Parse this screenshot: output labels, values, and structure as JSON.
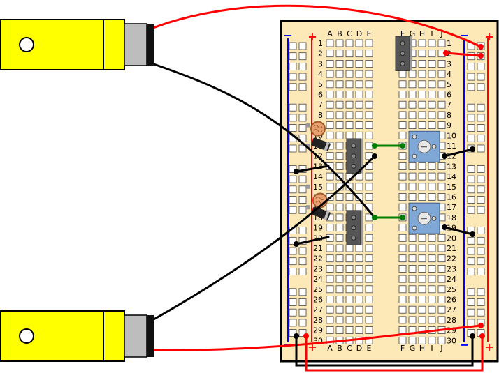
{
  "breadboard": {
    "rows": [
      "1",
      "2",
      "3",
      "4",
      "5",
      "6",
      "7",
      "8",
      "9",
      "10",
      "11",
      "12",
      "13",
      "14",
      "15",
      "16",
      "17",
      "18",
      "19",
      "20",
      "21",
      "22",
      "23",
      "24",
      "25",
      "26",
      "27",
      "28",
      "29",
      "30"
    ],
    "cols_left": [
      "A",
      "B",
      "C",
      "D",
      "E"
    ],
    "cols_right": [
      "F",
      "G",
      "H",
      "I",
      "J"
    ],
    "rail_neg_label": "−",
    "rail_pos_label": "+",
    "colors": {
      "board": "#fde8b8",
      "board_border": "#000000",
      "hole": "#ffffff",
      "rail_red": "#ff0000",
      "rail_blue": "#0000ff"
    }
  },
  "motors": [
    {
      "name": "top-motor",
      "body_color": "#ffff00",
      "shaft_color": "#bdbdbd"
    },
    {
      "name": "bottom-motor",
      "body_color": "#ffff00",
      "shaft_color": "#bdbdbd"
    }
  ],
  "components": {
    "photoresistors": [
      "photoresistor-1",
      "photoresistor-2"
    ],
    "potentiometers": [
      "potentiometer-1",
      "potentiometer-2"
    ],
    "diodes": [
      "diode-1",
      "diode-2"
    ],
    "transistors": [
      "transistor-1",
      "transistor-2",
      "transistor-3"
    ]
  },
  "wire_colors": {
    "red": "#ff0000",
    "black": "#000000",
    "green": "#008000"
  }
}
